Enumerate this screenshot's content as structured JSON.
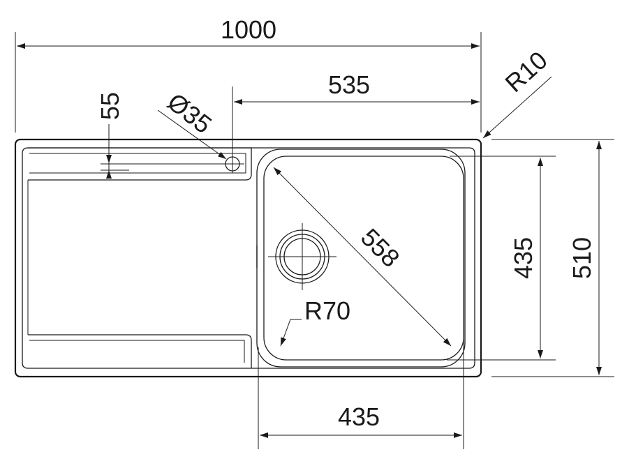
{
  "drawing": {
    "dimensions": {
      "overall_width": "1000",
      "bowl_offset": "535",
      "tap_hole_offset": "55",
      "tap_hole_diameter": "Ø35",
      "corner_radius": "R10",
      "bowl_diagonal": "558",
      "bowl_corner_radius": "R70",
      "bowl_width": "435",
      "bowl_depth": "435",
      "overall_depth": "510"
    },
    "colors": {
      "line": "#1a1a1a",
      "background": "#ffffff"
    }
  }
}
